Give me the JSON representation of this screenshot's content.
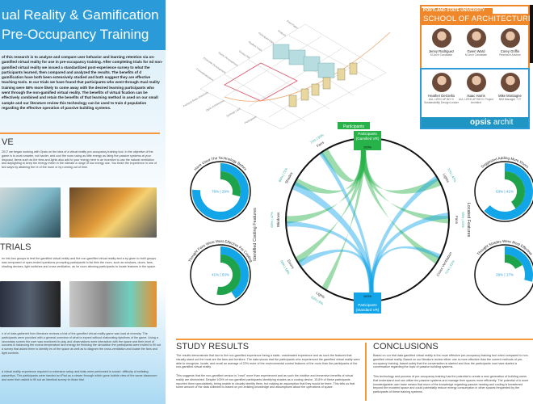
{
  "title": {
    "line1": "ual Reality & Gamification",
    "line2": "Pre-Occupancy Training"
  },
  "abstract": "of this research is to analyze and compare user behavior and learning retention via on-gamified virtual reality for use in pre-occupancy training. After completing trials for nd non-gamified virtual reality we issued a standardized post-experience survey to what the participants learned, then compared and analyzed the results. The benefits of d gamification have both been extensively studied and both suggest they are effective teaching tools. In our trials we have found that participants who went through rtual reality training were 58% more likely to come away with the desired learning participants who went through the non-gamified virtual reality. The benefits of virtual fication can be effectively combined and retain the benefits of that learning method in ased on our small sample and our literature review this technology can be used to train d population regarding the effective operation of passive building systems.",
  "objective": {
    "heading": "VE",
    "text": "2017 we began working with Opsis on the idea of a virtual reality pre-occupancy training tool. In the objective of the game is to work smarter, not harder, and cool the room using as little energy as lizing the passive systems at your disposal. Items such as the fans and lights also add to your energy here is an incentive to use the natural ventilation and daylighting to keep the energy meter in the nderate a range of low energy use. You finish the experience in one of two ways by attaining the re of the room or by running out of time."
  },
  "trials": {
    "heading": "TRIALS",
    "text1": "en into two groups to test the gamified virtual reality and the non-gamified virtual reality and a ey given to both groups was composed of open-ended questions prompting participants to list ithin the room, such as windows, doors, fans, shading devices, light switches and cross ventilation, as he room allowing participants to locate features in the space.",
    "text2": "n of of data gathered from literature reviews a trial of the gamified virtual reality game was load at niversity. The participants were provided with a general overview of what to expect without elaborating bjectives of the game. Using a secondary screen the user was monitored in play and observations were interaction with the space and their level of success in balancing the rooms temperature and energy ter finishing the simulation the participants were invited to fill out a survey that asked them to identify es of the space as well as to diagram the cross-ventilation and locate the fans and light controls.",
    "text3": "d virtual reality experience required no extensive setup and trials were performed in social r difficulty of enlisting passerbys. The participants were handed an iPad as a viewer through which gone bubble view of the same classroom and were then asked to fill out an identical survey to those trial."
  },
  "diagram": {
    "labels": [
      "Portland State University",
      "Opsis Architecture",
      "Synergy Labs",
      "Participants",
      "Conceptualization",
      "Charrette Development",
      "Game Development",
      "Oculus Rift",
      "Student Trials",
      "Participant Data",
      "Analysis",
      "Final Paper"
    ],
    "participants_tag": "Participants"
  },
  "team": {
    "psu_small": "PORTLAND STATE UNIVERSITY",
    "psu_big": "SCHOOL OF ARCHITECTURE",
    "psu_people": [
      {
        "name": "Jenny Rodriguez",
        "role": "M.Arch Candidate"
      },
      {
        "name": "Gwen Ward",
        "role": "M.Arch Candidate"
      },
      {
        "name": "Corey Griffin",
        "role": "Research Advisor"
      }
    ],
    "opsis_people": [
      {
        "name": "Heather DeGrella",
        "role": "AIA, LEED AP BD+C Sustainability Design Leader"
      },
      {
        "name": "Isaac Harris",
        "role": "AIA, LEED AP BD+C Project Architect"
      },
      {
        "name": "Mike Montagne",
        "role": "BIM Manager + IT"
      }
    ],
    "opsis_bold": "opsis",
    "opsis_rest": " archit"
  },
  "chart_data": {
    "type": "chord",
    "top_group": {
      "label": "Participants (Gamified VR)",
      "total": "100%",
      "color": "#27b24a"
    },
    "bottom_group": {
      "label": "Participants (Standard VR)",
      "total": "100%",
      "color": "#12a5e8"
    },
    "left_axis_title": "Identified Cooling Features",
    "right_axis_title": "Located Features",
    "identified": [
      {
        "name": "Fans",
        "gamified": 71,
        "standard": 35
      },
      {
        "name": "Shades",
        "gamified": 65,
        "standard": 71
      },
      {
        "name": "Windows",
        "gamified": 65,
        "standard": 47
      },
      {
        "name": "Doors",
        "gamified": 65,
        "standard": 59
      },
      {
        "name": "Lights",
        "gamified": 53,
        "standard": 0
      }
    ],
    "located": [
      {
        "name": "Lights",
        "gamified": 71,
        "standard": 47
      },
      {
        "name": "Fans",
        "gamified": 65,
        "standard": 53
      },
      {
        "name": "Cross Ventilation",
        "gamified": 71,
        "standard": 41
      }
    ],
    "donuts": [
      {
        "title": "Have Used The Technology Before",
        "gamified": 76,
        "standard": 29,
        "label": "76% | 29%"
      },
      {
        "title": "Thought Fans Were Most Effective For Cooling",
        "gamified": 41,
        "standard": 53,
        "label": "41% | 53%"
      },
      {
        "title": "Suggested Adding More Doors",
        "gamified": 63,
        "standard": 41,
        "label": "63% | 41%"
      },
      {
        "title": "Thought Shades Were Most Effective",
        "gamified": 29,
        "standard": 17,
        "label": "29% | 17%"
      }
    ]
  },
  "results": {
    "heading": "STUDY RESULTS",
    "p1": "The results demonstrate that due to the non-gamified experience being a static, unanimated experience and as such the features that visually stand out the most are the fans and furniture. The data shows that the participants who experienced the gamified virtual reality were able to recognize, locate, and recall an average of 22% more of the environmental control features of the room than the participants of the non-gamified virtual reality.",
    "p2": "This suggests that the non-gamified version is \"read\" more than experienced and as such the intuitive and immersive benefits of virtual reality are diminished. Despite 100% of non-gamified participants identifying shades as a cooling device, 15.8% of these participants reported them speculatively, being unable to visually identify them, but making an assumption that they would be there. This tells us that some amount of the data collected is based on pre-existing knowledge and assumptions about the operations of space."
  },
  "conclusions": {
    "heading": "CONCLUSIONS",
    "p1": "Based on our trial data gamified virtual reality is the more effective pre-occupancy training tool when compared to non-gamified virtual reality. Based on our literature review either one is more effective than the current methods of pre-occupancy training, based solely that the conversation is started and thus the participants now have started a conversation regarding the topic of passive building systems.",
    "p2": "This technology and process of pre-occupancy training has the potential to create a new generation of building users that understand and can utilize the passive systems and manage their spaces more efficiently. The potential of a more knowledgeable user base means that more of the knowledge regarding passive heating and cooling is transferred beyond the modeled space and could potentially reduce energy consumption in other spaces frequented by the participants of these training systems."
  }
}
